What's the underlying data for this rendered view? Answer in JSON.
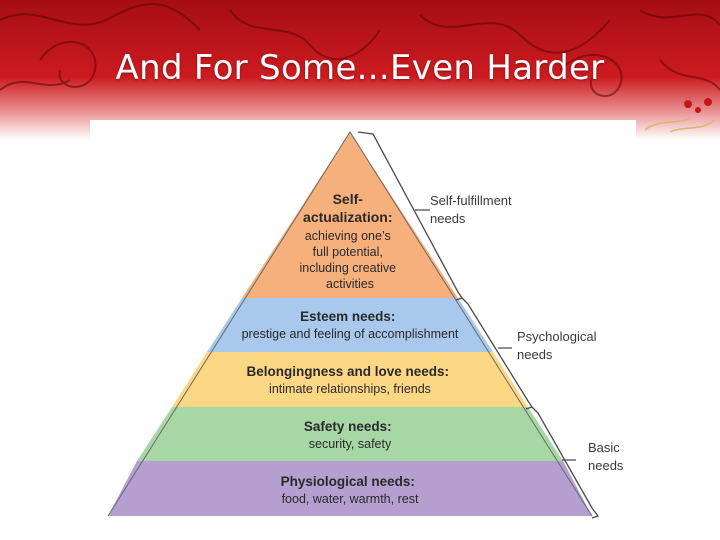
{
  "slide": {
    "title": "And For Some...Even Harder"
  },
  "colors": {
    "banner_red": "#c4161c",
    "banner_dark": "#7a0a0e",
    "self_actualization": "#f6b07c",
    "esteem": "#a8c8ec",
    "belonging": "#fcd784",
    "safety": "#a7d7a5",
    "physiological": "#b49fd0"
  },
  "pyramid": {
    "levels": [
      {
        "title_lines": [
          "Self-",
          "actualization:"
        ],
        "desc_lines": [
          "achieving one’s",
          "full potential,",
          "including creative",
          "activities"
        ]
      },
      {
        "title_lines": [
          "Esteem needs:"
        ],
        "desc_lines": [
          "prestige and feeling of accomplishment"
        ]
      },
      {
        "title_lines": [
          "Belongingness and love needs:"
        ],
        "desc_lines": [
          "intimate relationships, friends"
        ]
      },
      {
        "title_lines": [
          "Safety needs:"
        ],
        "desc_lines": [
          "security, safety"
        ]
      },
      {
        "title_lines": [
          "Physiological needs:"
        ],
        "desc_lines": [
          "food, water, warmth, rest"
        ]
      }
    ],
    "groups": [
      {
        "label_lines": [
          "Self-fulfillment",
          "needs"
        ]
      },
      {
        "label_lines": [
          "Psychological",
          "needs"
        ]
      },
      {
        "label_lines": [
          "Basic",
          "needs"
        ]
      }
    ]
  }
}
